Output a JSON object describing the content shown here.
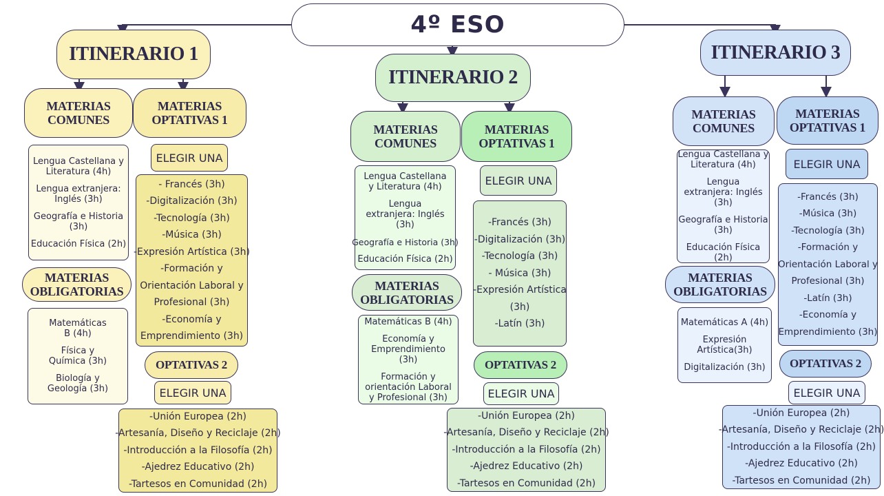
{
  "title": "4º ESO",
  "columns": [
    {
      "title": "ITINERARIO 1",
      "comunes_title": "MATERIAS COMUNES",
      "comunes": [
        "Lengua Castellana y Literatura (4h)",
        "Lengua extranjera: Inglés (3h)",
        "Geografía e Historia (3h)",
        "Educación Física (2h)"
      ],
      "obligatorias_title": "MATERIAS OBLIGATORIAS",
      "obligatorias": [
        "Matemáticas B (4h)",
        "Física y Química (3h)",
        "Biología y Geología (3h)"
      ],
      "opt1_title": "MATERIAS OPTATIVAS 1",
      "opt1_select": "ELEGIR UNA",
      "opt1": [
        "- Francés (3h)",
        "-Digitalización (3h)",
        "-Tecnología (3h)",
        "-Música (3h)",
        "-Expresión Artística (3h)",
        "-Formación y",
        "Orientación Laboral y",
        "Profesional (3h)",
        "-Economía y",
        "Emprendimiento (3h)"
      ],
      "opt2_title": "OPTATIVAS 2",
      "opt2_select": "ELEGIR UNA",
      "opt2": [
        "-Unión Europea (2h)",
        "-Artesanía, Diseño y Reciclaje (2h)",
        "-Introducción a la Filosofía (2h)",
        "-Ajedrez Educativo (2h)",
        "-Tartesos en Comunidad (2h)"
      ]
    },
    {
      "title": "ITINERARIO 2",
      "comunes_title": "MATERIAS COMUNES",
      "comunes": [
        "Lengua Castellana y Literatura (4h)",
        "Lengua extranjera: Inglés (3h)",
        "Geografía e Historia (3h)",
        "Educación Física (2h)"
      ],
      "obligatorias_title": "MATERIAS OBLIGATORIAS",
      "obligatorias": [
        "Matemáticas B (4h)",
        "Economía y Emprendimiento (3h)",
        "Formación y orientación Laboral y Profesional (3h)"
      ],
      "opt1_title": "MATERIAS OPTATIVAS 1",
      "opt1_select": "ELEGIR UNA",
      "opt1": [
        "-Francés (3h)",
        "-Digitalización (3h)",
        "-Tecnología (3h)",
        "- Música (3h)",
        "-Expresión Artística",
        "(3h)",
        "-Latín (3h)"
      ],
      "opt2_title": "OPTATIVAS 2",
      "opt2_select": "ELEGIR UNA",
      "opt2": [
        "-Unión Europea (2h)",
        "-Artesanía, Diseño y Reciclaje (2h)",
        "-Introducción a la Filosofía (2h)",
        "-Ajedrez Educativo (2h)",
        "-Tartesos en Comunidad (2h)"
      ]
    },
    {
      "title": "ITINERARIO 3",
      "comunes_title": "MATERIAS COMUNES",
      "comunes": [
        "Lengua Castellana y Literatura (4h)",
        "Lengua extranjera: Inglés (3h)",
        "Geografía e Historia (3h)",
        "Educación Física (2h)"
      ],
      "obligatorias_title": "MATERIAS OBLIGATORIAS",
      "obligatorias": [
        "Matemáticas A (4h)",
        "Expresión Artística(3h)",
        "Digitalización (3h)"
      ],
      "opt1_title": "MATERIAS OPTATIVAS 1",
      "opt1_select": "ELEGIR UNA",
      "opt1": [
        "-Francés (3h)",
        "-Música (3h)",
        "-Tecnología (3h)",
        "-Formación y",
        "Orientación Laboral y",
        "Profesional (3h)",
        "-Latín (3h)",
        "-Economía y",
        "Emprendimiento (3h)"
      ],
      "opt2_title": "OPTATIVAS 2",
      "opt2_select": "ELEGIR UNA",
      "opt2": [
        "-Unión Europea (2h)",
        "-Artesanía, Diseño y Reciclaje (2h)",
        "-Introducción a la Filosofía (2h)",
        "-Ajedrez Educativo (2h)",
        "-Tartesos en Comunidad (2h)"
      ]
    }
  ]
}
